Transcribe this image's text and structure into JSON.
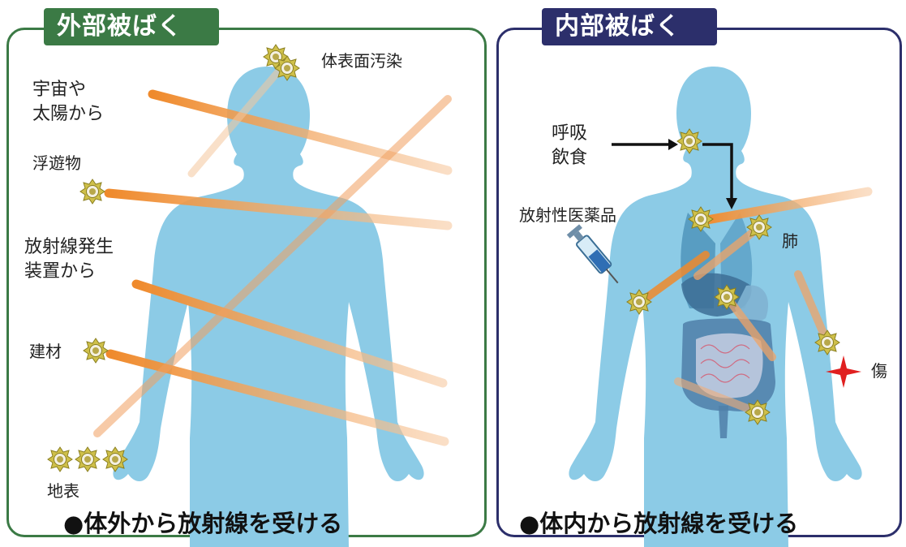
{
  "external": {
    "tab_title": "外部被ばく",
    "labels": {
      "surface_contamination": "体表面汚染",
      "space_sun": "宇宙や\n太陽から",
      "floating": "浮遊物",
      "generator": "放射線発生\n装置から",
      "building_material": "建材",
      "ground": "地表"
    },
    "caption": "●体外から放射線を受ける"
  },
  "internal": {
    "tab_title": "内部被ばく",
    "labels": {
      "breathing_eating": "呼吸\n飲食",
      "radiopharmaceutical": "放射性医薬品",
      "lung": "肺",
      "wound": "傷"
    },
    "caption": "●体内から放射線を受ける"
  },
  "colors": {
    "external_accent": "#3b7a45",
    "internal_accent": "#2c2f6b",
    "body": "#8ccbe6",
    "ray": "#f08a2a",
    "source": "#d6c94a",
    "wound_mark": "#e02020"
  }
}
